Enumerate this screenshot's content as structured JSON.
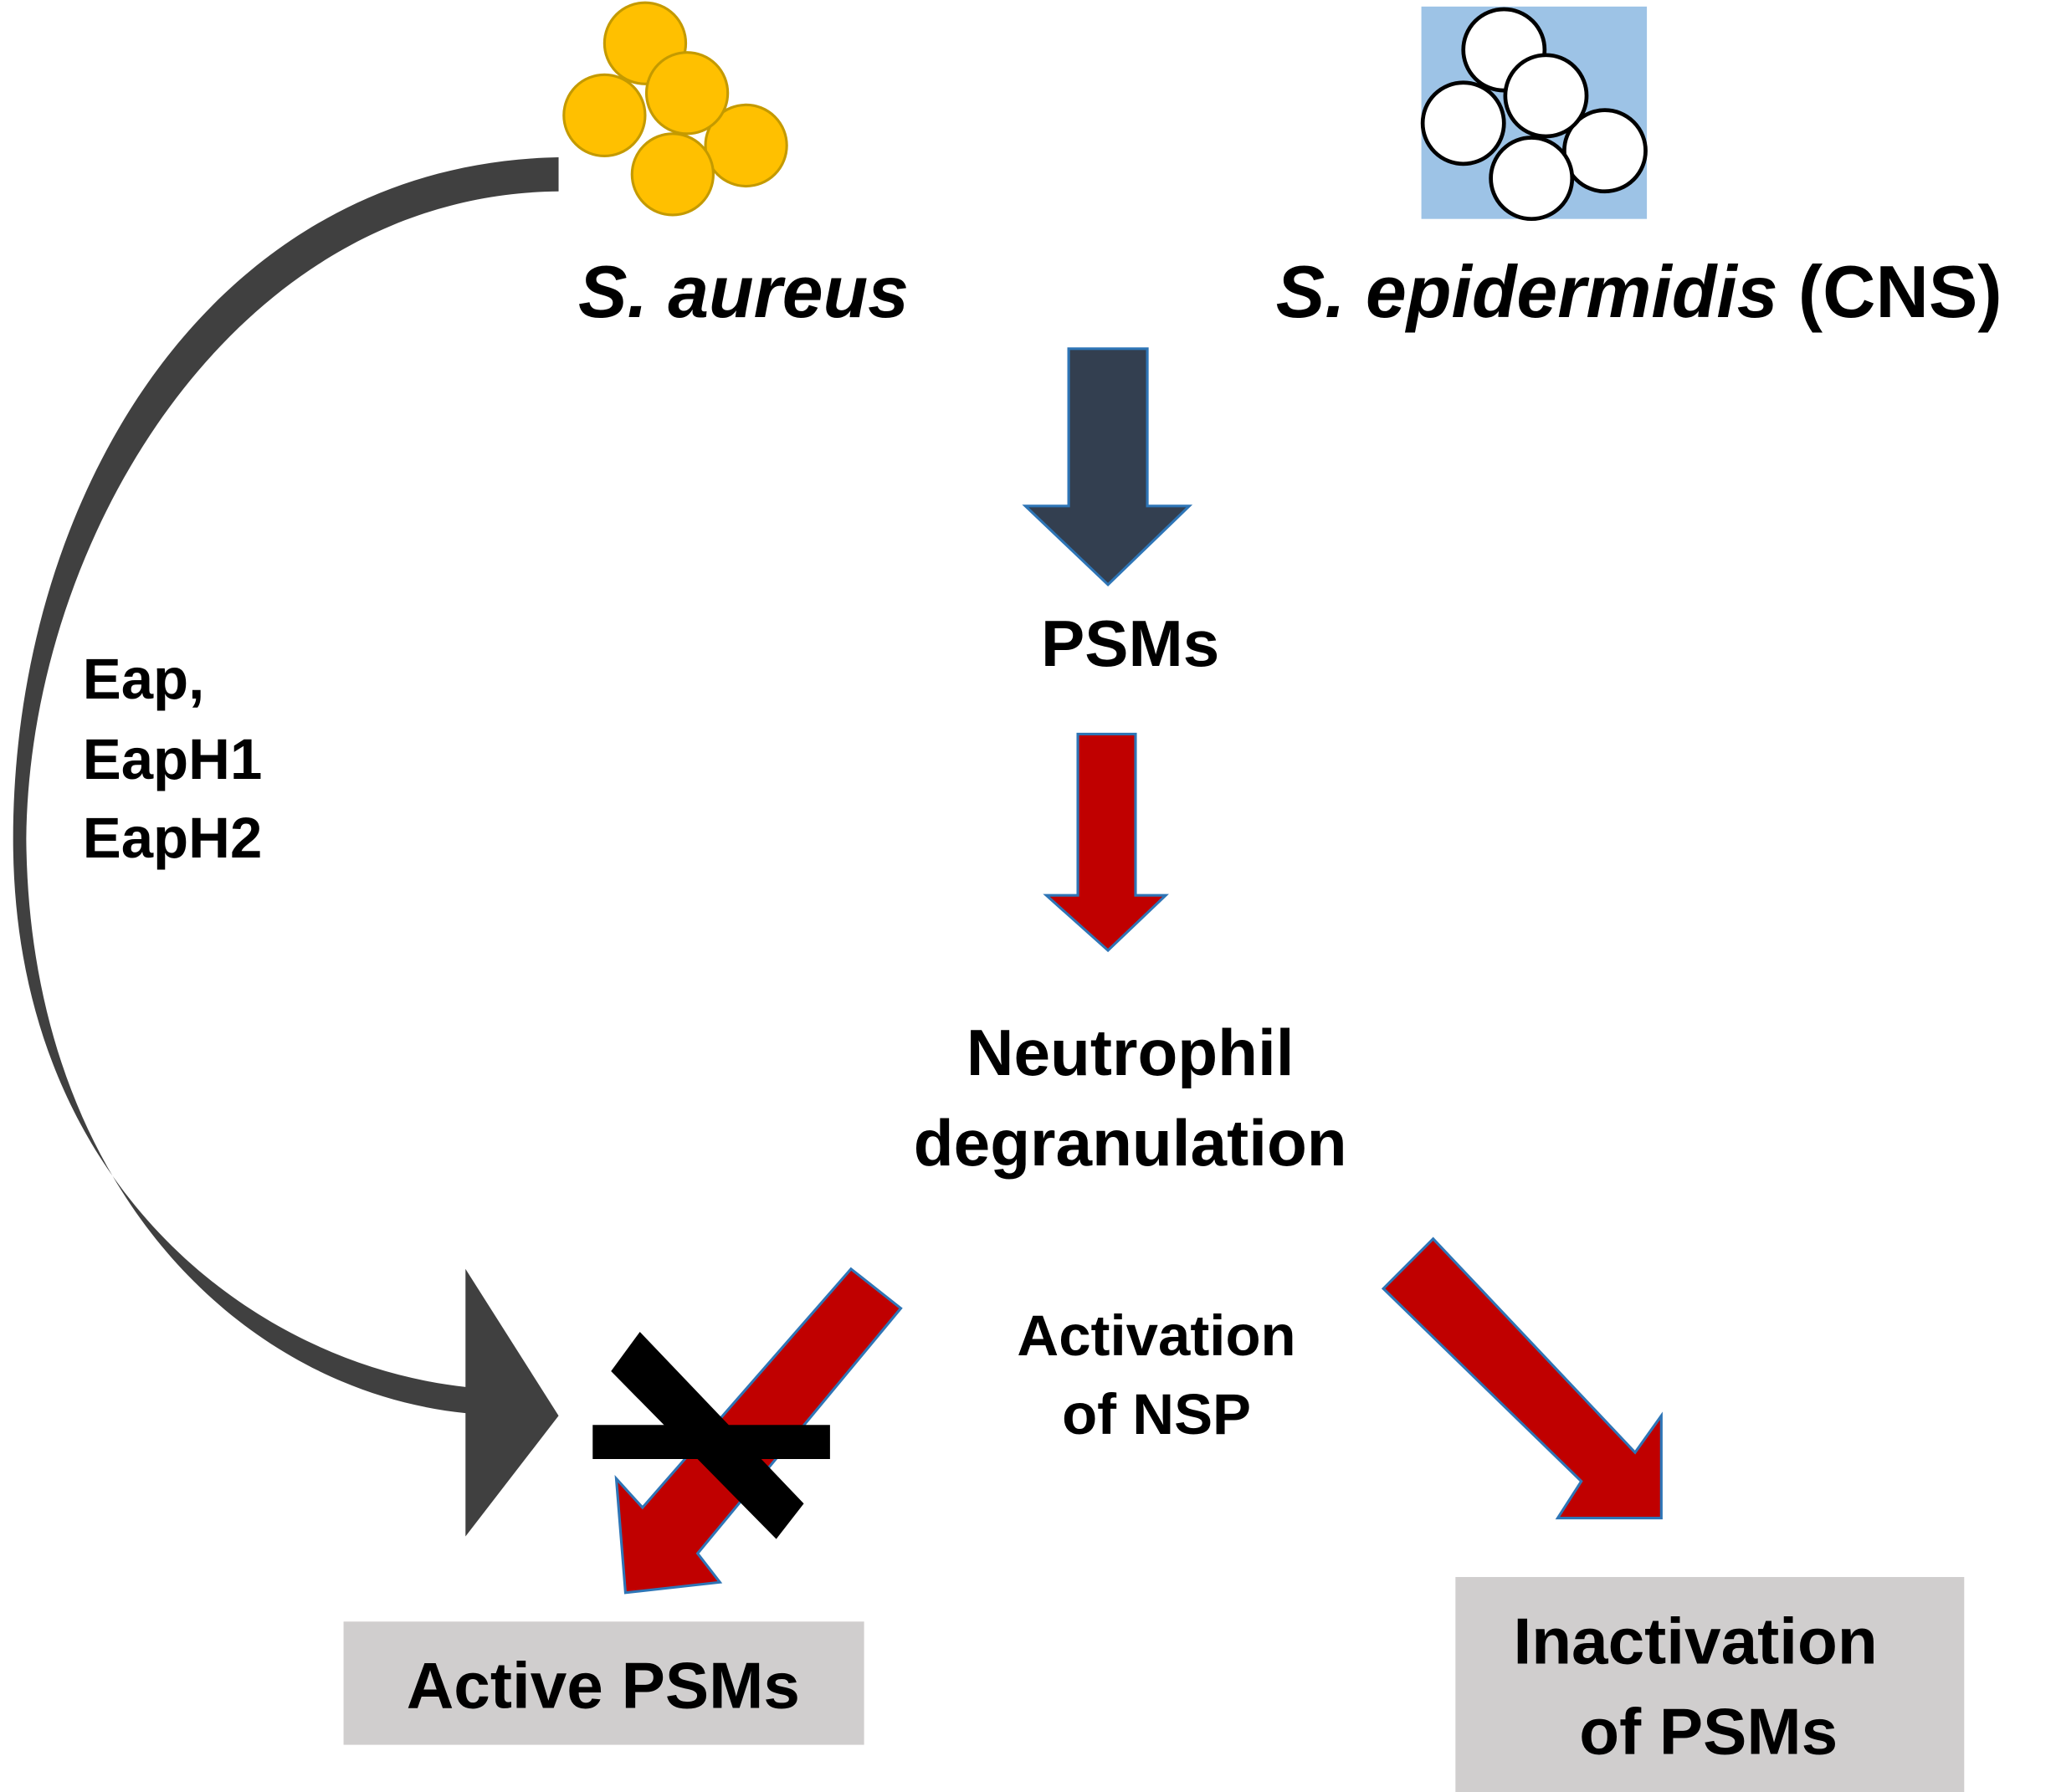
{
  "organisms": {
    "aureus": {
      "label": "S. aureus",
      "color": "#FFC000"
    },
    "epidermidis": {
      "label": "S. epidermidis",
      "suffix": "(CNS)",
      "background": "#9DC3E6"
    }
  },
  "nodes": {
    "psms": "PSMs",
    "degranulation_line1": "Neutrophil",
    "degranulation_line2": "degranulation",
    "nsp_line1": "Activation",
    "nsp_line2": "of NSP",
    "active": "Active PSMs",
    "inactive_line1": "Inactivation",
    "inactive_line2": "of PSMs"
  },
  "inhibitors": [
    "Eap,",
    "EapH1",
    "EapH2"
  ],
  "colors": {
    "dark_arrow": "#333F50",
    "red_arrow": "#C00000",
    "curve": "#404040",
    "box": "#D0CECE"
  }
}
